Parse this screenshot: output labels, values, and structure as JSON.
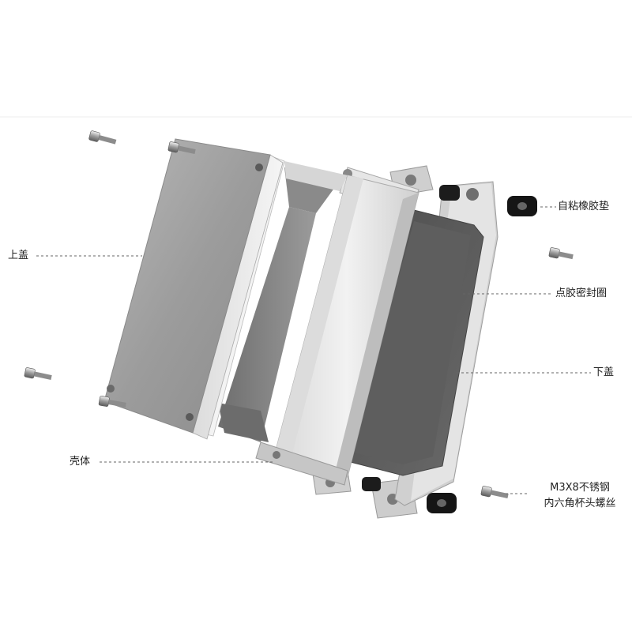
{
  "labels": {
    "top_cover": "上盖",
    "shell_body": "壳体",
    "adhesive_pad": "自粘橡胶垫",
    "dispensed_seal": "点胶密封圈",
    "bottom_cover": "下盖",
    "screw_line1": "M3X8不锈钢",
    "screw_line2": "内六角杯头螺丝"
  },
  "colors": {
    "aluminum_light": "#e8e8e8",
    "aluminum_mid": "#b9b9b9",
    "aluminum_dark": "#8a8a8a",
    "gasket_dark": "#5a5a5a",
    "rubber_pad": "#1a1a1a",
    "leader_line": "#666666"
  }
}
